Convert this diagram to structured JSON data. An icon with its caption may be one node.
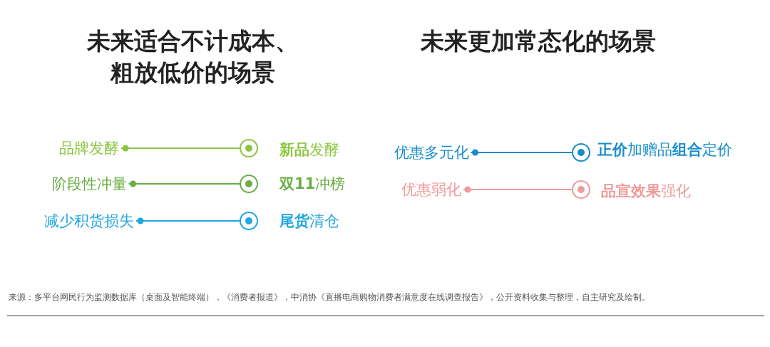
{
  "diagram": {
    "nodes": [
      {
        "text": [
          "品牌发酵"
        ]
      },
      {
        "text": [
          "**新品**发酵"
        ]
      },
      {
        "text": [
          "阶段性冲量"
        ]
      },
      {
        "text": [
          "**双11**冲榜"
        ]
      },
      {
        "text": [
          "减少积货损失"
        ]
      },
      {
        "text": [
          "**尾货**清仓"
        ]
      },
      {
        "text": [
          "优惠多元化"
        ]
      },
      {
        "text": [
          "**正价**加赠品**组合**定价"
        ]
      },
      {
        "text": [
          "优惠弱化"
        ]
      },
      {
        "text": [
          "**品宣效果**强化"
        ]
      }
    ],
    "edges": [
      {
        "from": 0,
        "to": 1,
        "arrow": "other",
        "color": "#8cc63f"
      },
      {
        "from": 2,
        "to": 3,
        "arrow": "other",
        "color": "#6aae45"
      },
      {
        "from": 4,
        "to": 5,
        "arrow": "other",
        "color": "#1ea7e1"
      },
      {
        "from": 6,
        "to": 7,
        "arrow": "other",
        "color": "#178dcc"
      },
      {
        "from": 8,
        "to": 9,
        "arrow": "other",
        "color": "#f09a9a"
      }
    ],
    "labels": [
      "未来适合不计成本、粗放低价的场景",
      "未来更加常态化的场景"
    ],
    "caption": "来源：多平台网民行为监测数据库（桌面及智能终端），《消费者报道》，中消协《直播电商购物消费者满意度在线调查报告》，公开资料收集与整理，自主研究及绘制。"
  }
}
